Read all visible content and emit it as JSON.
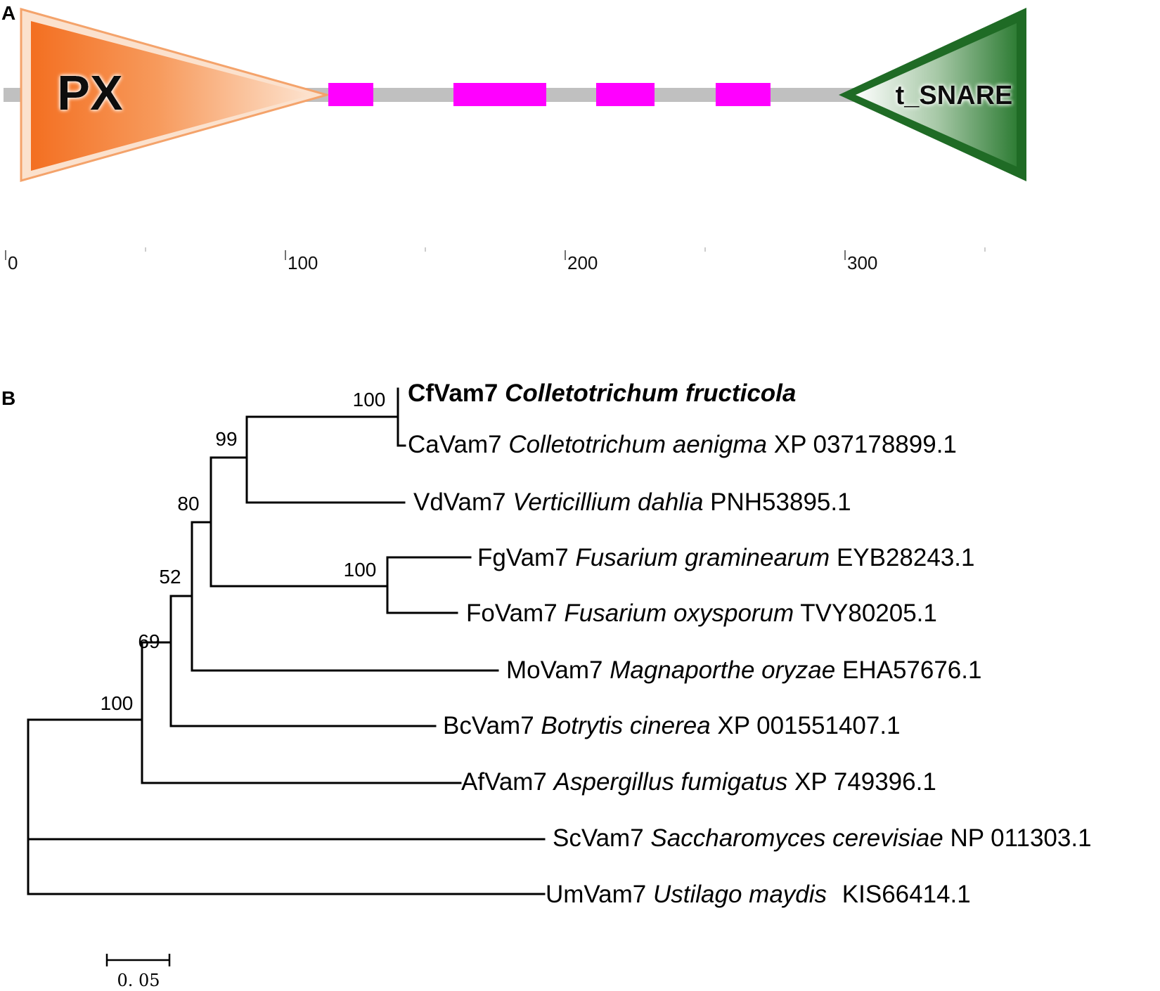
{
  "panel_a": {
    "letter": "A",
    "domains": {
      "px": {
        "label": "PX"
      },
      "t_snare": {
        "label": "t_SNARE"
      }
    },
    "axis_ticks": [
      {
        "value": 0,
        "label": "0"
      },
      {
        "value": 100,
        "label": "100"
      },
      {
        "value": 200,
        "label": "200"
      },
      {
        "value": 300,
        "label": "300"
      }
    ],
    "colors": {
      "px": "#f36f21",
      "t_snare": "#1f6b25",
      "segments": "#ff00ff",
      "backbone": "#c0c0c0"
    }
  },
  "panel_b": {
    "letter": "B",
    "leaves": [
      {
        "code": "CfVam7",
        "species": "Colletotrichum fructicola",
        "accession": "",
        "bold": true
      },
      {
        "code": "CaVam7",
        "species": "Colletotrichum aenigma",
        "accession": "XP 037178899.1"
      },
      {
        "code": "VdVam7",
        "species": "Verticillium dahlia",
        "accession": "PNH53895.1"
      },
      {
        "code": "FgVam7",
        "species": "Fusarium graminearum",
        "accession": "EYB28243.1"
      },
      {
        "code": "FoVam7",
        "species": "Fusarium oxysporum",
        "accession": "TVY80205.1"
      },
      {
        "code": "MoVam7",
        "species": "Magnaporthe oryzae",
        "accession": "EHA57676.1"
      },
      {
        "code": "BcVam7",
        "species": "Botrytis cinerea",
        "accession": "XP 001551407.1"
      },
      {
        "code": "AfVam7",
        "species": "Aspergillus fumigatus",
        "accession": "XP 749396.1"
      },
      {
        "code": "ScVam7",
        "species": "Saccharomyces cerevisiae",
        "accession": "NP 011303.1"
      },
      {
        "code": "UmVam7",
        "species": "Ustilago maydis",
        "accession": "KIS66414.1"
      }
    ],
    "bootstrap": [
      "100",
      "99",
      "80",
      "52",
      "69",
      "100",
      "100"
    ],
    "scale_bar": {
      "value": "0. 05"
    }
  }
}
